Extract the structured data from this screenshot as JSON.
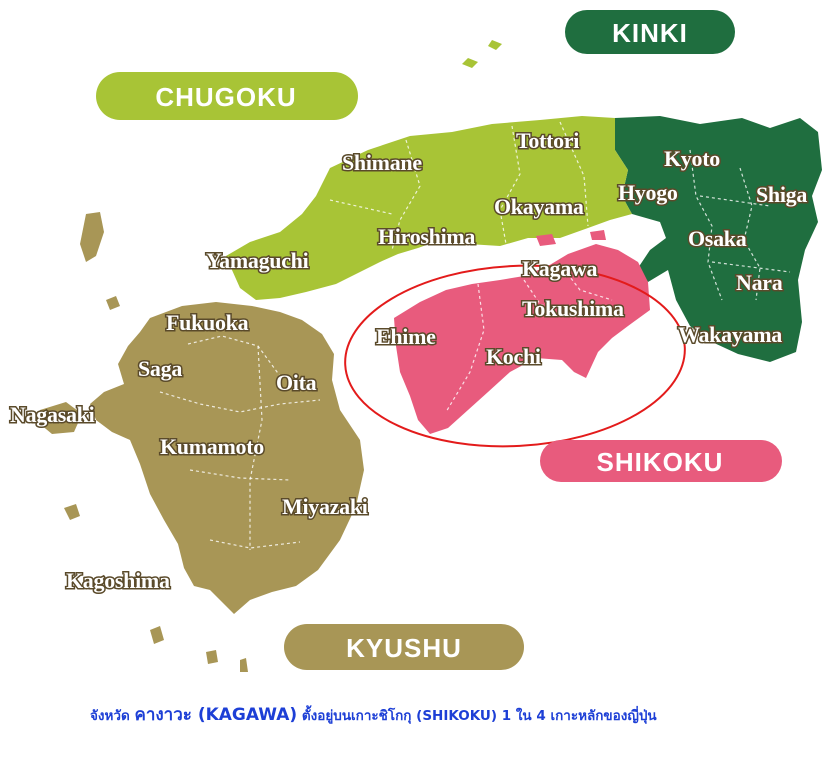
{
  "regions": [
    {
      "name": "KINKI",
      "color": "#1f6e3f"
    },
    {
      "name": "CHUGOKU",
      "color": "#a8c436"
    },
    {
      "name": "SHIKOKU",
      "color": "#e85b7d"
    },
    {
      "name": "KYUSHU",
      "color": "#a89656"
    }
  ],
  "prefectures": {
    "tottori": "Tottori",
    "shimane": "Shimane",
    "okayama": "Okayama",
    "hiroshima": "Hiroshima",
    "yamaguchi": "Yamaguchi",
    "kyoto": "Kyoto",
    "hyogo": "Hyogo",
    "shiga": "Shiga",
    "osaka": "Osaka",
    "nara": "Nara",
    "wakayama": "Wakayama",
    "kagawa": "Kagawa",
    "tokushima": "Tokushima",
    "ehime": "Ehime",
    "kochi": "Kochi",
    "fukuoka": "Fukuoka",
    "saga": "Saga",
    "oita": "Oita",
    "nagasaki": "Nagasaki",
    "kumamoto": "Kumamoto",
    "miyazaki": "Miyazaki",
    "kagoshima": "Kagoshima"
  },
  "highlight_color": "#e31b1b",
  "caption": {
    "prefix": "จังหวัด ",
    "emphasis": "คางาวะ (KAGAWA)",
    "suffix": " ตั้งอยู่บนเกาะชิโกกุ (SHIKOKU) 1 ใน 4 เกาะหลักของญี่ปุ่น",
    "color": "#1d3fd6"
  }
}
